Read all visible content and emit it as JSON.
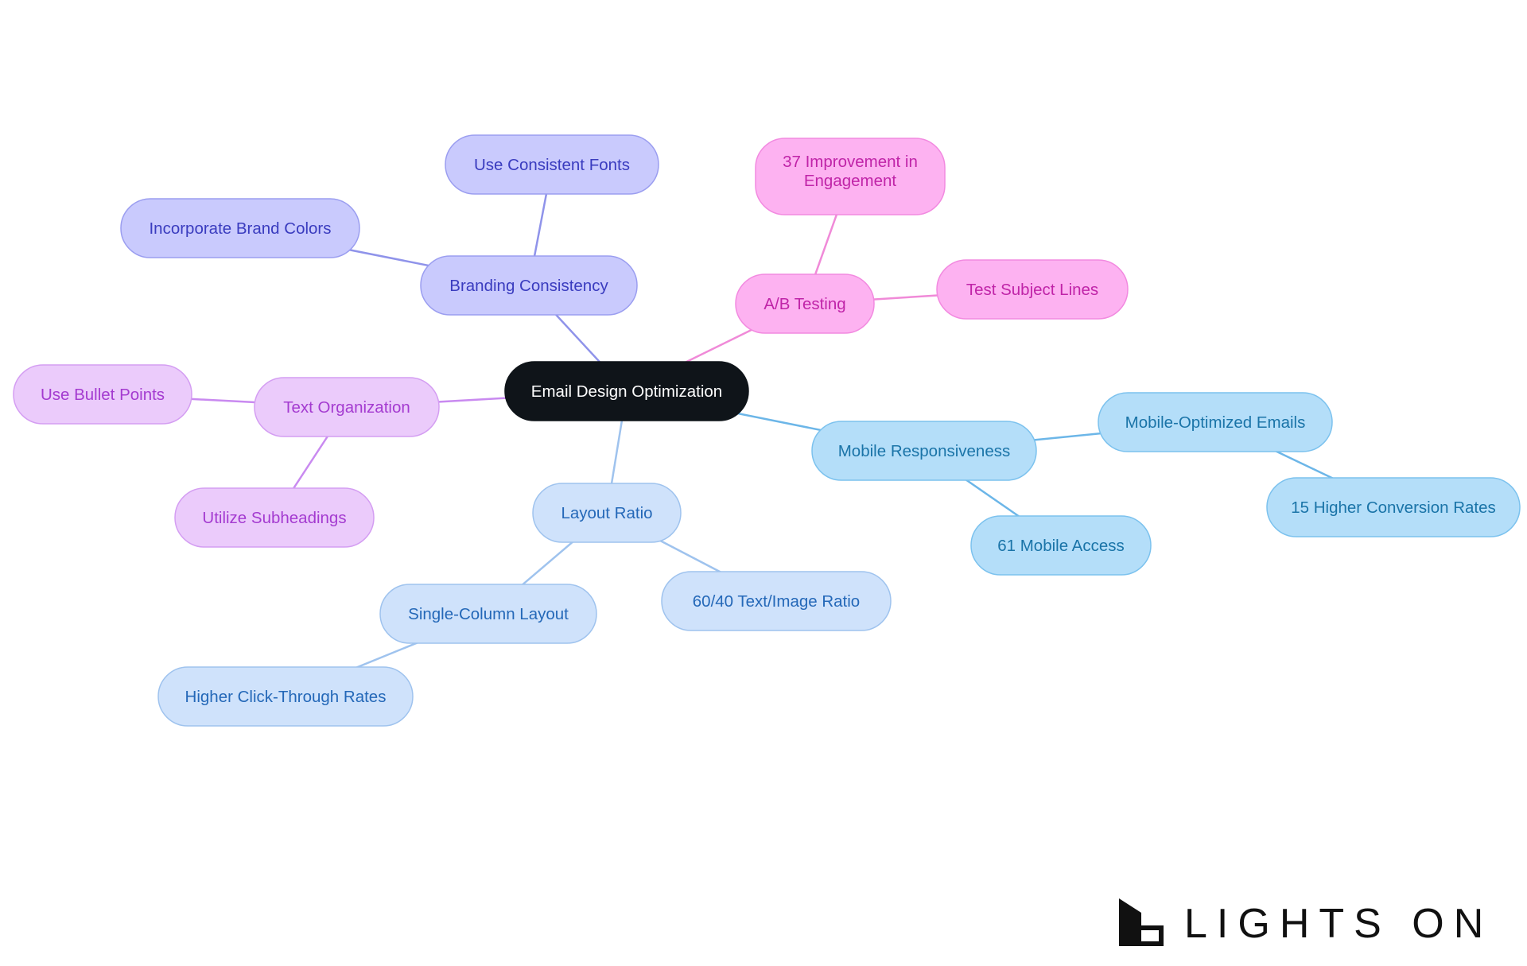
{
  "diagram": {
    "root": {
      "id": "root",
      "label": "Email Design Optimization",
      "fill": "#0f1419",
      "stroke": "#0f1419",
      "text": "#ffffff"
    },
    "branches": [
      {
        "id": "branding",
        "label": "Branding Consistency",
        "fill": "#c9cafd",
        "stroke": "#9b9ef0",
        "text": "#3a3cbf",
        "line": "#8f93ea",
        "children": [
          {
            "id": "fonts",
            "label": "Use Consistent Fonts"
          },
          {
            "id": "colors",
            "label": "Incorporate Brand Colors"
          }
        ]
      },
      {
        "id": "ab",
        "label": "A/B Testing",
        "fill": "#fdb2f1",
        "stroke": "#f28ae0",
        "text": "#c024a8",
        "line": "#f08ad8",
        "children": [
          {
            "id": "engagement",
            "label": "37 Improvement in Engagement",
            "lines": [
              "37 Improvement in",
              "Engagement"
            ]
          },
          {
            "id": "subject",
            "label": "Test Subject Lines"
          }
        ]
      },
      {
        "id": "text",
        "label": "Text Organization",
        "fill": "#ebcbfb",
        "stroke": "#d49ef2",
        "text": "#a43bd0",
        "line": "#c98af0",
        "children": [
          {
            "id": "bullets",
            "label": "Use Bullet Points"
          },
          {
            "id": "subheadings",
            "label": "Utilize Subheadings"
          }
        ]
      },
      {
        "id": "layout",
        "label": "Layout Ratio",
        "fill": "#cfe2fb",
        "stroke": "#9fc3ee",
        "text": "#2468b8",
        "line": "#9fc3ee",
        "children": [
          {
            "id": "single",
            "label": "Single-Column Layout",
            "children": [
              {
                "id": "ctr",
                "label": "Higher Click-Through Rates"
              }
            ]
          },
          {
            "id": "ratio",
            "label": "60/40 Text/Image Ratio"
          }
        ]
      },
      {
        "id": "mobile",
        "label": "Mobile Responsiveness",
        "fill": "#b4def9",
        "stroke": "#7cc2ee",
        "text": "#1a74a8",
        "line": "#6cb6e8",
        "children": [
          {
            "id": "moptimized",
            "label": "Mobile-Optimized Emails",
            "children": [
              {
                "id": "conversion",
                "label": "15 Higher Conversion Rates"
              }
            ]
          },
          {
            "id": "access",
            "label": "61 Mobile Access"
          }
        ]
      }
    ]
  },
  "brand": {
    "logo_text": "LIGHTS ON",
    "logo_icon": "lights-on-logo-icon"
  }
}
